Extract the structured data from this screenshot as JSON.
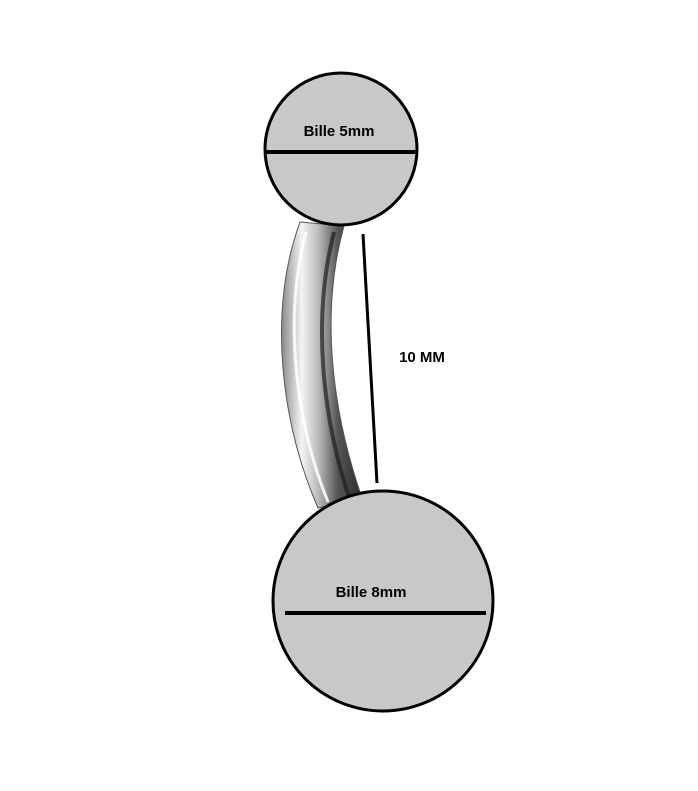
{
  "labels": {
    "small_ball": "Bille 5mm",
    "bar_length": "10 MM",
    "large_ball": "Bille 8mm"
  },
  "colors": {
    "background": "#ffffff",
    "ball_fill": "#c8c8c8",
    "outline": "#000000",
    "bar_light": "#f4f4f4",
    "bar_mid": "#bdbdbd",
    "bar_dark": "#555555"
  }
}
